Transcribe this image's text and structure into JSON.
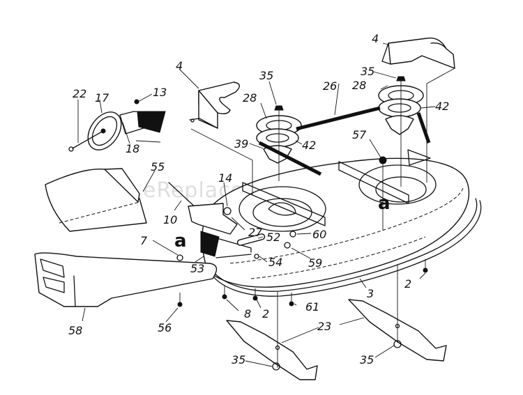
{
  "title": "Mower Deck Parts Diagram",
  "watermark": "eReplacementParts.com",
  "callouts": [
    {
      "id": "c-22",
      "label": "22",
      "part": "bolt"
    },
    {
      "id": "c-17",
      "label": "17",
      "part": "idler-pulley"
    },
    {
      "id": "c-13",
      "label": "13",
      "part": "nut"
    },
    {
      "id": "c-18",
      "label": "18",
      "part": "washer"
    },
    {
      "id": "c-4a",
      "label": "4",
      "part": "belt-cover-left"
    },
    {
      "id": "c-4b",
      "label": "4",
      "part": "belt-cover-right"
    },
    {
      "id": "c-35a",
      "label": "35",
      "part": "spindle-nut-left"
    },
    {
      "id": "c-35b",
      "label": "35",
      "part": "spindle-nut-right"
    },
    {
      "id": "c-28a",
      "label": "28",
      "part": "pulley-left"
    },
    {
      "id": "c-28b",
      "label": "28",
      "part": "pulley-right"
    },
    {
      "id": "c-26",
      "label": "26",
      "part": "belt"
    },
    {
      "id": "c-42a",
      "label": "42",
      "part": "spindle-pulley-left"
    },
    {
      "id": "c-42b",
      "label": "42",
      "part": "spindle-pulley-right"
    },
    {
      "id": "c-39",
      "label": "39",
      "part": "spindle-housing"
    },
    {
      "id": "c-57",
      "label": "57",
      "part": "belt-guide"
    },
    {
      "id": "c-55",
      "label": "55",
      "part": "discharge-chute"
    },
    {
      "id": "c-14",
      "label": "14",
      "part": "lock-nut"
    },
    {
      "id": "c-10",
      "label": "10",
      "part": "rod"
    },
    {
      "id": "c-27",
      "label": "27",
      "part": "bracket"
    },
    {
      "id": "c-52",
      "label": "52",
      "part": "pin"
    },
    {
      "id": "c-60",
      "label": "60",
      "part": "nut"
    },
    {
      "id": "c-7",
      "label": "7",
      "part": "nut"
    },
    {
      "id": "c-53",
      "label": "53",
      "part": "deflector-mount"
    },
    {
      "id": "c-54",
      "label": "54",
      "part": "spring"
    },
    {
      "id": "c-59",
      "label": "59",
      "part": "bolt"
    },
    {
      "id": "c-3",
      "label": "3",
      "part": "deck"
    },
    {
      "id": "c-2a",
      "label": "2",
      "part": "screw-right"
    },
    {
      "id": "c-2b",
      "label": "2",
      "part": "screw-left"
    },
    {
      "id": "c-58",
      "label": "58",
      "part": "bumper"
    },
    {
      "id": "c-56",
      "label": "56",
      "part": "screw"
    },
    {
      "id": "c-8",
      "label": "8",
      "part": "screw"
    },
    {
      "id": "c-61",
      "label": "61",
      "part": "screw"
    },
    {
      "id": "c-23",
      "label": "23",
      "part": "blade"
    },
    {
      "id": "c-35c",
      "label": "35",
      "part": "blade-nut-left"
    },
    {
      "id": "c-35d",
      "label": "35",
      "part": "blade-nut-right"
    }
  ],
  "reference_marks": [
    {
      "id": "a1",
      "label": "a"
    },
    {
      "id": "a2",
      "label": "a"
    }
  ]
}
